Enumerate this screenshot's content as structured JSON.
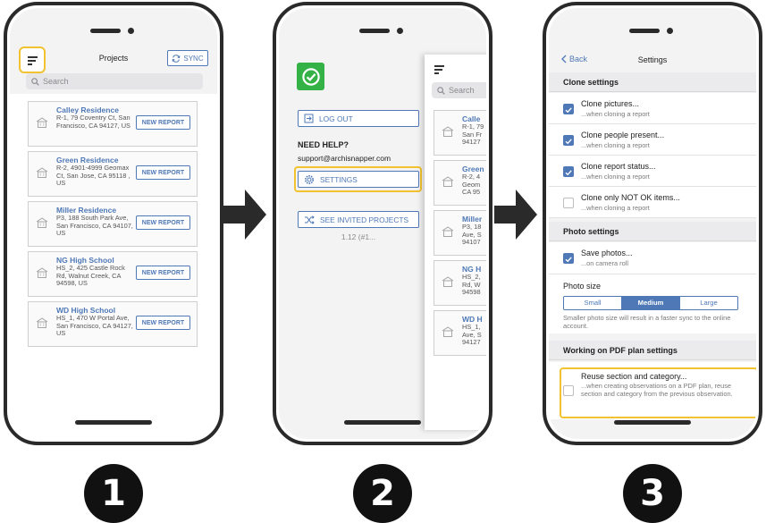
{
  "screen1": {
    "title": "Projects",
    "sync_label": "SYNC",
    "search_placeholder": "Search",
    "new_report_label": "NEW REPORT",
    "projects": [
      {
        "name": "Calley Residence",
        "address": "R-1, 79 Coventry Ct, San Francisco, CA 94127, US"
      },
      {
        "name": "Green Residence",
        "address": "R-2, 4901-4999 Geomax Ct, San Jose, CA 95118 , US"
      },
      {
        "name": "Miller Residence",
        "address": "P3, 188 South Park Ave, San Francisco, CA 94107, US"
      },
      {
        "name": "NG High School",
        "address": "HS_2, 425 Castle Rock Rd, Walnut Creek, CA 94598, US"
      },
      {
        "name": "WD High School",
        "address": "HS_1, 470 W Portal Ave, San Francisco, CA 94127, US"
      }
    ]
  },
  "screen2": {
    "log_out_label": "LOG OUT",
    "need_help": "NEED HELP?",
    "support_email": "support@archisnapper.com",
    "settings_label": "SETTINGS",
    "invited_projects_label": "SEE INVITED PROJECTS",
    "version": "1.12 (#1...",
    "search_placeholder": "Search",
    "projects": [
      {
        "name": "Calle",
        "address": "R-1, 79 San Fr 94127"
      },
      {
        "name": "Green",
        "address": "R-2, 4 Geom CA 95"
      },
      {
        "name": "Miller",
        "address": "P3, 18 Ave, S 94107"
      },
      {
        "name": "NG H",
        "address": "HS_2, Rd, W 94598"
      },
      {
        "name": "WD H",
        "address": "HS_1, Ave, S 94127"
      }
    ]
  },
  "screen3": {
    "back_label": "Back",
    "title": "Settings",
    "clone_header": "Clone settings",
    "clone_options": [
      {
        "title": "Clone pictures...",
        "subtitle": "...when cloning a report",
        "checked": true
      },
      {
        "title": "Clone people present...",
        "subtitle": "...when cloning a report",
        "checked": true
      },
      {
        "title": "Clone report status...",
        "subtitle": "...when cloning a report",
        "checked": true
      },
      {
        "title": "Clone only NOT OK items...",
        "subtitle": "...when cloning a report",
        "checked": false
      }
    ],
    "photo_header": "Photo settings",
    "save_photos": {
      "title": "Save photos...",
      "subtitle": "...on camera roll",
      "checked": true
    },
    "photo_size_label": "Photo size",
    "photo_sizes": [
      "Small",
      "Medium",
      "Large"
    ],
    "photo_size_selected": "Medium",
    "photo_size_note": "Smaller photo size will result in a faster sync to the online account.",
    "pdf_header": "Working on PDF plan settings",
    "reuse": {
      "title": "Reuse section and category...",
      "subtitle": "...when creating observations on a PDF plan, reuse section and category from the previous observation.",
      "checked": false
    }
  },
  "steps": [
    "1",
    "2",
    "3"
  ],
  "colors": {
    "accent_blue": "#4e78b6",
    "highlight_yellow": "#f2c230",
    "logo_green": "#35b245"
  }
}
